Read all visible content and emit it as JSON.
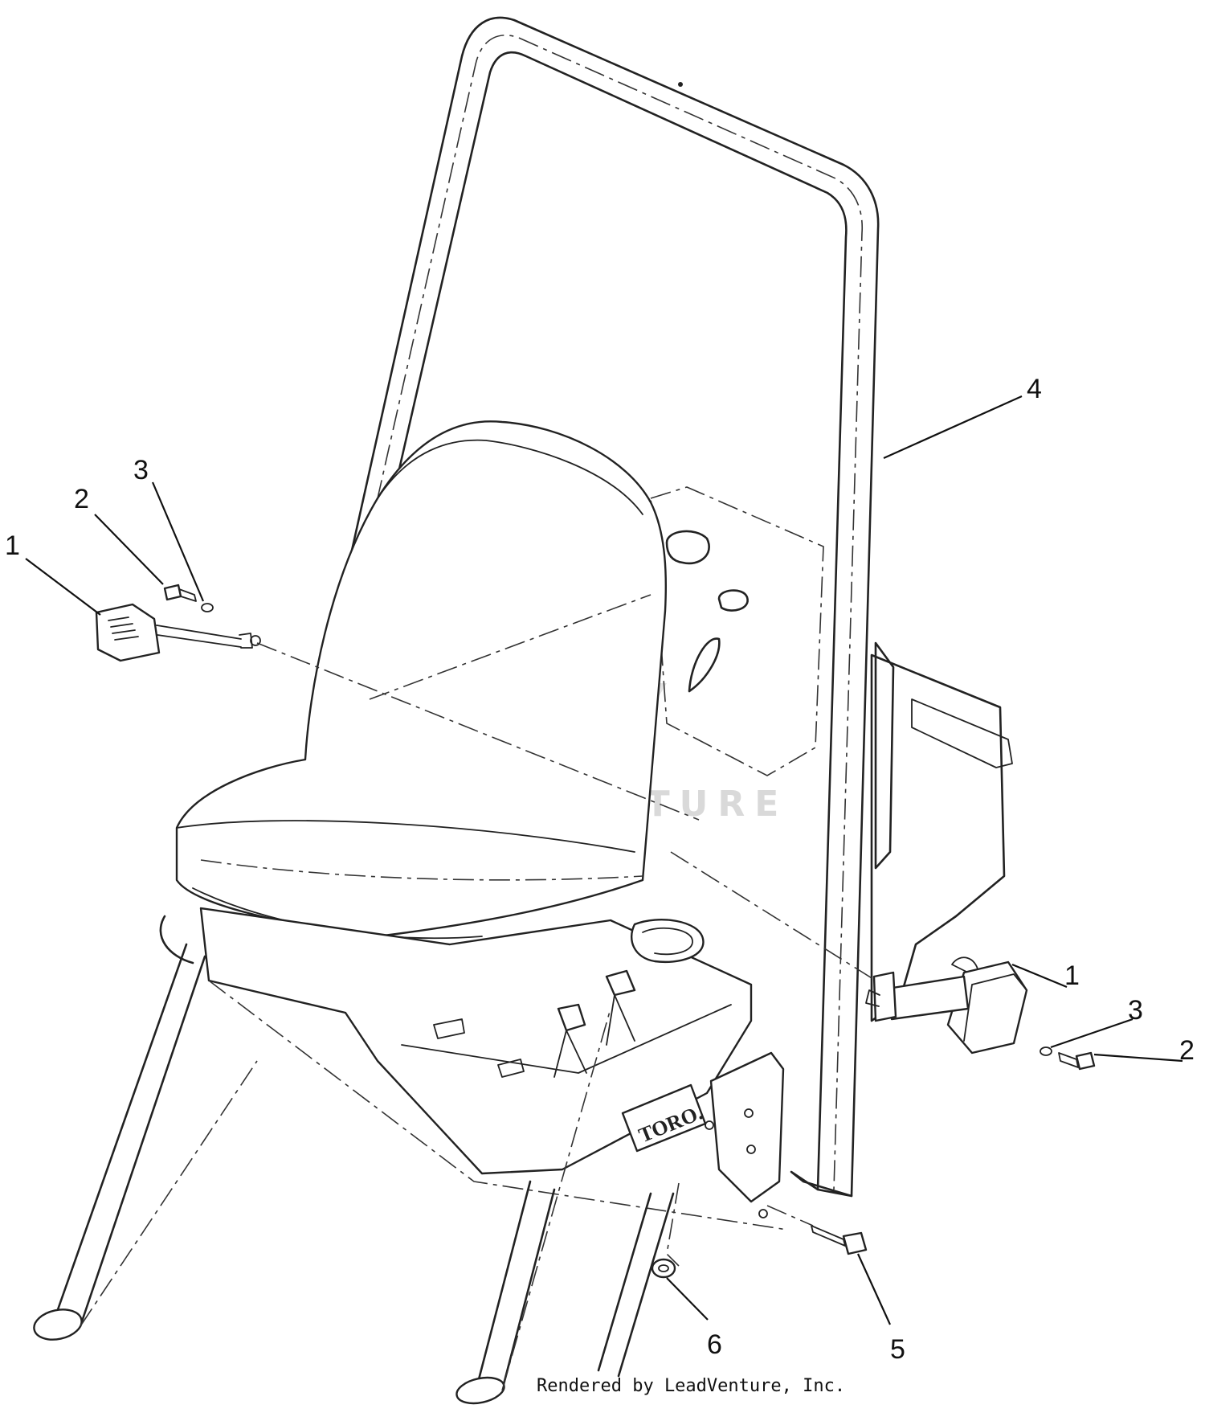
{
  "callouts": [
    {
      "id": "c1l",
      "label": "1"
    },
    {
      "id": "c2l",
      "label": "2"
    },
    {
      "id": "c3l",
      "label": "3"
    },
    {
      "id": "c4",
      "label": "4"
    },
    {
      "id": "c1r",
      "label": "1"
    },
    {
      "id": "c3r",
      "label": "3"
    },
    {
      "id": "c2r",
      "label": "2"
    },
    {
      "id": "c6",
      "label": "6"
    },
    {
      "id": "c5",
      "label": "5"
    }
  ],
  "watermark": {
    "text": "LEADVENTURE"
  },
  "seat_logo": {
    "text": "TORO."
  },
  "credit": {
    "text": "Rendered by LeadVenture, Inc."
  }
}
